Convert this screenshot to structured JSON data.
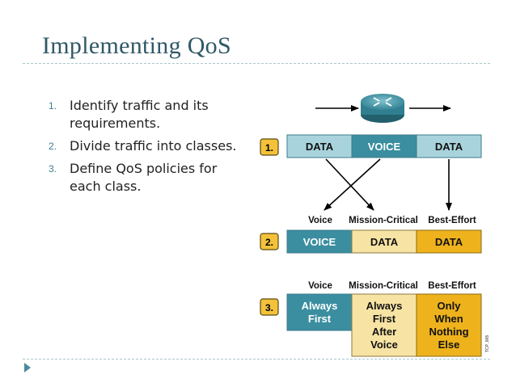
{
  "slide": {
    "title": "Implementing QoS",
    "steps": [
      {
        "num": "1.",
        "text": "Identify traffic and its requirements."
      },
      {
        "num": "2.",
        "text": "Divide traffic into classes."
      },
      {
        "num": "3.",
        "text": "Define QoS policies for each class."
      }
    ]
  },
  "diagram": {
    "step_badges": [
      "1.",
      "2.",
      "3."
    ],
    "row1": [
      "DATA",
      "VOICE",
      "DATA"
    ],
    "classes": [
      "Voice",
      "Mission-Critical",
      "Best-Effort"
    ],
    "row2": [
      "VOICE",
      "DATA",
      "DATA"
    ],
    "classes3": [
      "Voice",
      "Mission-Critical",
      "Best-Effort"
    ],
    "policies": [
      [
        "Always",
        "First"
      ],
      [
        "Always",
        "First",
        "After",
        "Voice"
      ],
      [
        "Only",
        "When",
        "Nothing",
        "Else"
      ]
    ],
    "watermark": "TCP_005"
  },
  "colors": {
    "title": "#2f5866",
    "data_light": "#a9d3dc",
    "voice_teal": "#3a8ea0",
    "critical_tan": "#f7e3a3",
    "best_effort_gold": "#eeb21d",
    "router": "#3d8f9f"
  }
}
